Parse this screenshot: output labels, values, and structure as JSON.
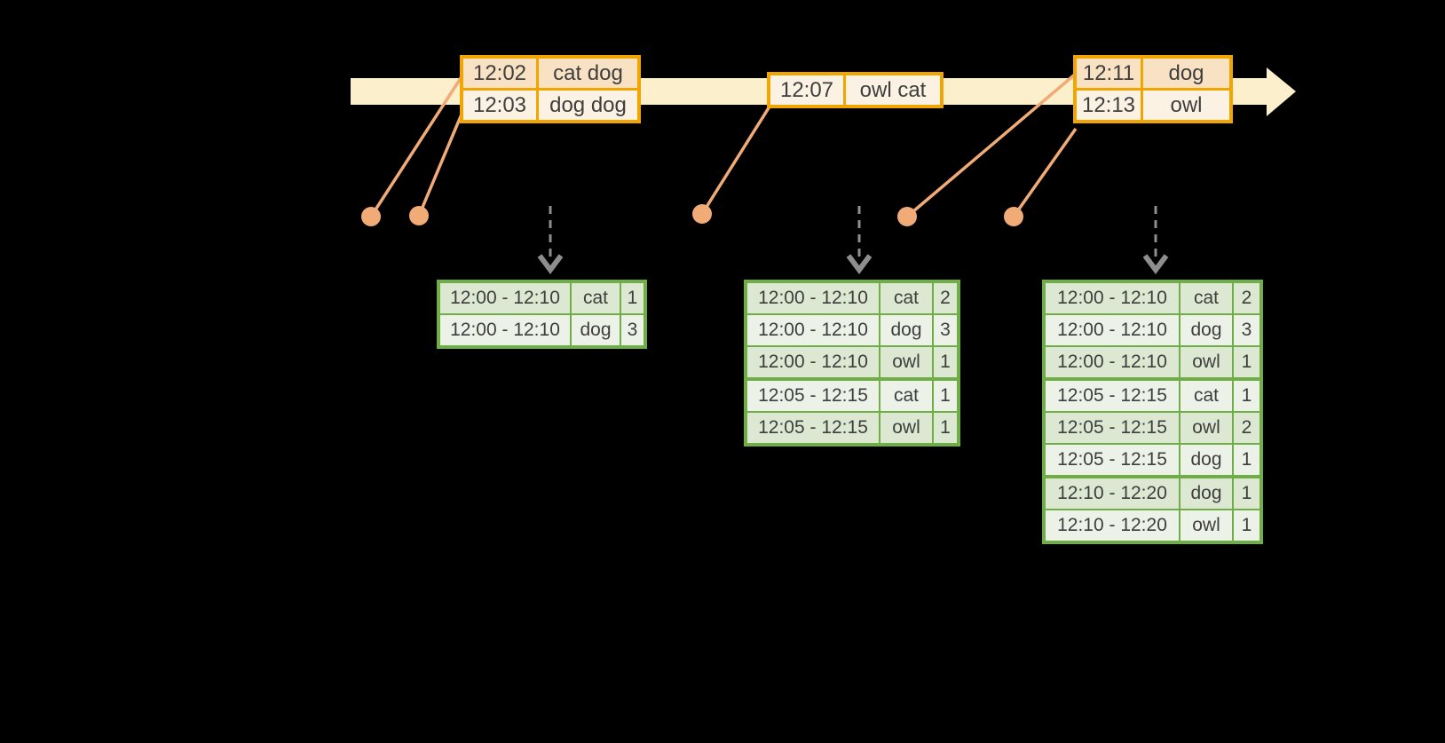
{
  "background": "#000000",
  "colors": {
    "timeline_fill": "#FBF0CB",
    "event_border": "#F0A500",
    "event_row_dark": "#F9E2C4",
    "event_row_light": "#FCF2E3",
    "connector": "#F1AB77",
    "result_border": "#6FAD47",
    "result_row_dark": "#DCE8D2",
    "result_row_light": "#EDF2E9",
    "dashed_arrow": "#8E8E8E",
    "text": "#3E3E3E"
  },
  "event_tables": [
    {
      "rows": [
        {
          "time": "12:02",
          "words": "cat dog"
        },
        {
          "time": "12:03",
          "words": "dog dog"
        }
      ]
    },
    {
      "rows": [
        {
          "time": "12:07",
          "words": "owl cat"
        }
      ]
    },
    {
      "rows": [
        {
          "time": "12:11",
          "words": "dog"
        },
        {
          "time": "12:13",
          "words": "owl"
        }
      ]
    }
  ],
  "event_dots": [
    {
      "event": "12:02"
    },
    {
      "event": "12:03"
    },
    {
      "event": "12:07"
    },
    {
      "event": "12:11"
    },
    {
      "event": "12:13"
    }
  ],
  "result_tables": [
    {
      "groups": [
        [
          {
            "window": "12:00 - 12:10",
            "word": "cat",
            "count": "1"
          },
          {
            "window": "12:00 - 12:10",
            "word": "dog",
            "count": "3"
          }
        ]
      ]
    },
    {
      "groups": [
        [
          {
            "window": "12:00 - 12:10",
            "word": "cat",
            "count": "2"
          },
          {
            "window": "12:00 - 12:10",
            "word": "dog",
            "count": "3"
          },
          {
            "window": "12:00 - 12:10",
            "word": "owl",
            "count": "1"
          }
        ],
        [
          {
            "window": "12:05 - 12:15",
            "word": "cat",
            "count": "1"
          },
          {
            "window": "12:05 - 12:15",
            "word": "owl",
            "count": "1"
          }
        ]
      ]
    },
    {
      "groups": [
        [
          {
            "window": "12:00 - 12:10",
            "word": "cat",
            "count": "2"
          },
          {
            "window": "12:00 - 12:10",
            "word": "dog",
            "count": "3"
          },
          {
            "window": "12:00 - 12:10",
            "word": "owl",
            "count": "1"
          }
        ],
        [
          {
            "window": "12:05 - 12:15",
            "word": "cat",
            "count": "1"
          },
          {
            "window": "12:05 - 12:15",
            "word": "owl",
            "count": "2"
          },
          {
            "window": "12:05 - 12:15",
            "word": "dog",
            "count": "1"
          }
        ],
        [
          {
            "window": "12:10 - 12:20",
            "word": "dog",
            "count": "1"
          },
          {
            "window": "12:10 - 12:20",
            "word": "owl",
            "count": "1"
          }
        ]
      ]
    }
  ]
}
